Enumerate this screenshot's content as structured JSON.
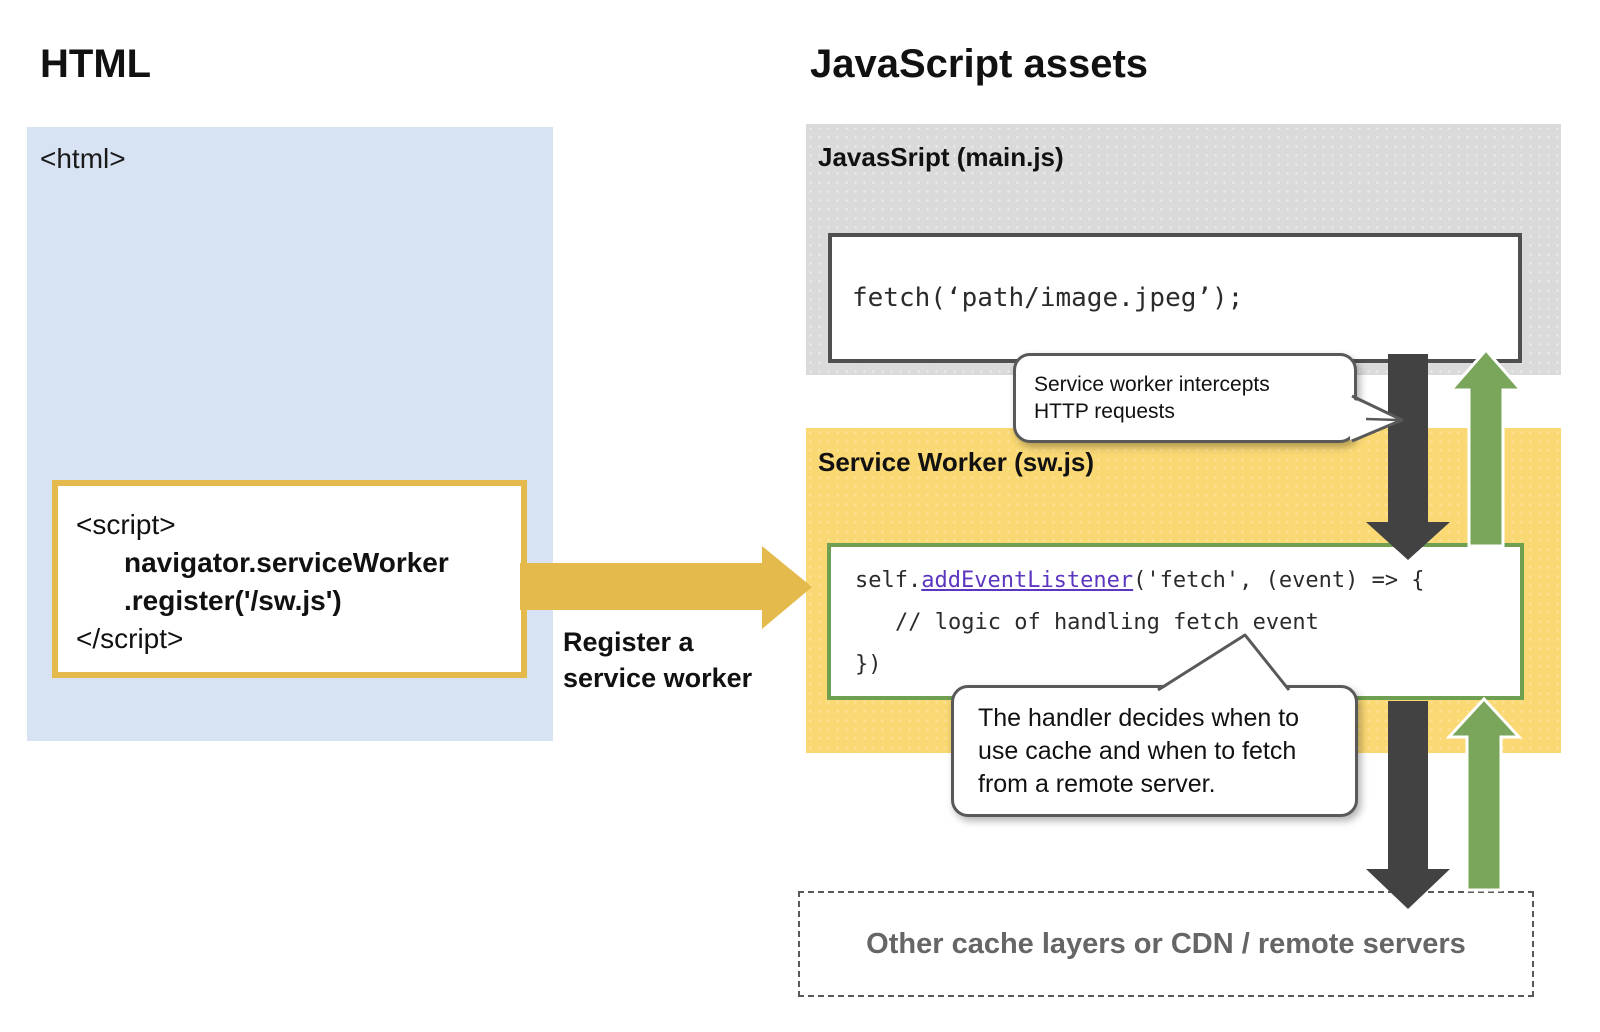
{
  "left": {
    "title": "HTML",
    "html_open_tag": "<html>",
    "script_lines": [
      "<script>",
      "navigator.serviceWorker",
      ".register('/sw.js')",
      "</script>"
    ],
    "register_label": [
      "Register a",
      "service worker"
    ]
  },
  "right": {
    "title": "JavaScript assets",
    "mainjs": {
      "title": "JavasSript (main.js)",
      "code": "fetch(‘path/image.jpeg’);"
    },
    "service_worker": {
      "title": "Service Worker (sw.js)",
      "code_l1_pre": "self.",
      "code_l1_fn": "addEventListener",
      "code_l1_post": "('fetch', (event) => {",
      "code_l2": "// logic of handling fetch event",
      "code_l3": "})"
    },
    "bubble_intercept": [
      "Service worker intercepts",
      "HTTP requests"
    ],
    "bubble_handler": [
      "The handler decides when to",
      "use cache and when to fetch",
      "from a remote server."
    ],
    "bottom_box_label": "Other cache layers or CDN / remote servers"
  },
  "colors": {
    "blue_panel": "#D7E2F2",
    "gray_panel": "#DADADA",
    "yellow_panel": "#FAD873",
    "gold_accent": "#E5BA4C",
    "dark_arrow": "#424242",
    "green_arrow": "#7AA65B",
    "green_border": "#6FA052",
    "code_function_purple": "#5C35C0",
    "bubble_border": "#595959"
  }
}
